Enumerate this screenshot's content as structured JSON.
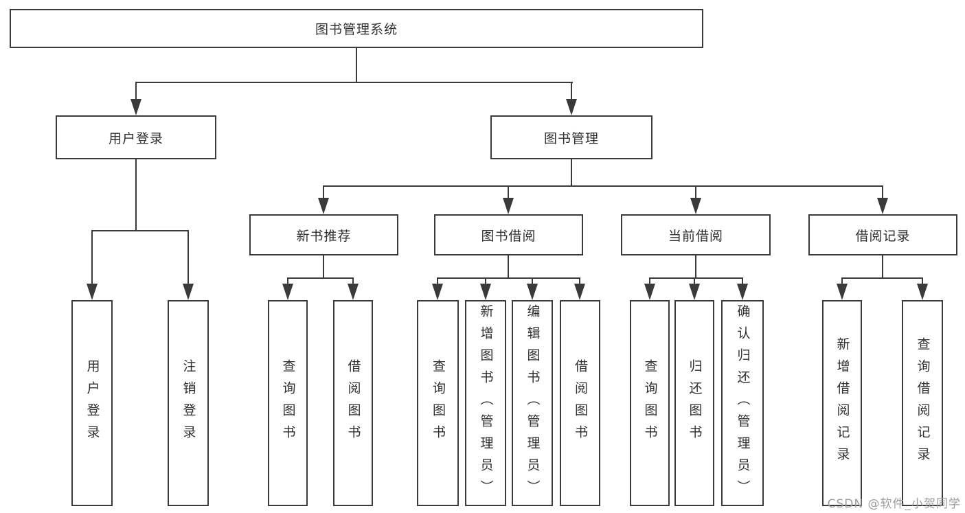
{
  "diagram": {
    "title": "图书管理系统",
    "level2": {
      "user_login": "用户登录",
      "book_mgmt": "图书管理"
    },
    "level3": {
      "new_book": "新书推荐",
      "book_borrow": "图书借阅",
      "current_borrow": "当前借阅",
      "borrow_records": "借阅记录"
    },
    "leaves": {
      "login": [
        "用户登录",
        "注销登录"
      ],
      "new_book": [
        "查询图书",
        "借阅图书"
      ],
      "book_borrow": [
        "查询图书",
        "新增图书（管理员）",
        "编辑图书（管理员）",
        "借阅图书"
      ],
      "current_borrow": [
        "查询图书",
        "归还图书",
        "确认归还（管理员）"
      ],
      "borrow_records": [
        "新增借阅记录",
        "查询借阅记录"
      ]
    },
    "watermark": "CSDN @软件_小贺同学",
    "colors": {
      "line": "#3a3a3a",
      "text": "#2f2f2f",
      "watermark": "#9c9c9c",
      "background": "#ffffff"
    }
  }
}
